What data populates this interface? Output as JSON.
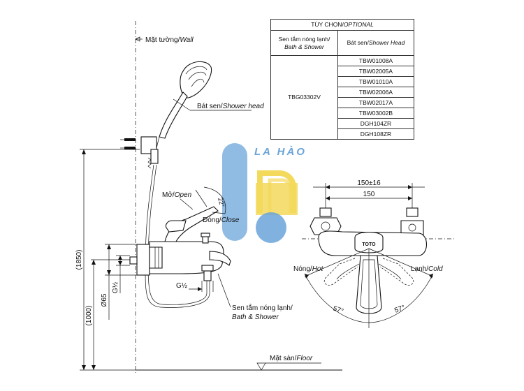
{
  "table": {
    "header_vi": "TÙY CHỌN/",
    "header_en": "OPTIONAL",
    "col1_vi": "Sen tắm nóng lạnh/",
    "col1_en": "Bath & Shower",
    "col2_vi": "Bát sen/",
    "col2_en": "Shower Head",
    "model": "TBG03302V",
    "heads": [
      "TBW01008A",
      "TBW02005A",
      "TBW01010A",
      "TBW02006A",
      "TBW02017A",
      "TBW03002B",
      "DGH104ZR",
      "DGH108ZR"
    ]
  },
  "labels": {
    "wall_vi": "Mặt tường/",
    "wall_en": "Wall",
    "shower_head_vi": "Bát sen/",
    "shower_head_en": "Shower head",
    "open_vi": "Mở/",
    "open_en": "Open",
    "close_vi": "Đóng/",
    "close_en": "Close",
    "angle_22": "22°",
    "dim_1850": "(1850)",
    "dim_1000": "(1000)",
    "dim_65": "Ø65",
    "dim_g12_v": "G½",
    "dim_g12_h": "G½",
    "bath_vi": "Sen tắm nóng lạnh/",
    "bath_en": "Bath & Shower",
    "floor_vi": "Mặt sàn/",
    "floor_en": "Floor",
    "dim_150_tol": "150±16",
    "dim_150": "150",
    "hot_vi": "Nóng/",
    "hot_en": "Hot",
    "cold_vi": "Lạnh/",
    "cold_en": "Cold",
    "angle_left": "57°",
    "angle_right": "57°",
    "brand_mark": "TOTO",
    "watermark": "LA HÀO"
  },
  "colors": {
    "watermark_blue": "#5b9bd5",
    "watermark_yellow": "#f2d64b"
  }
}
